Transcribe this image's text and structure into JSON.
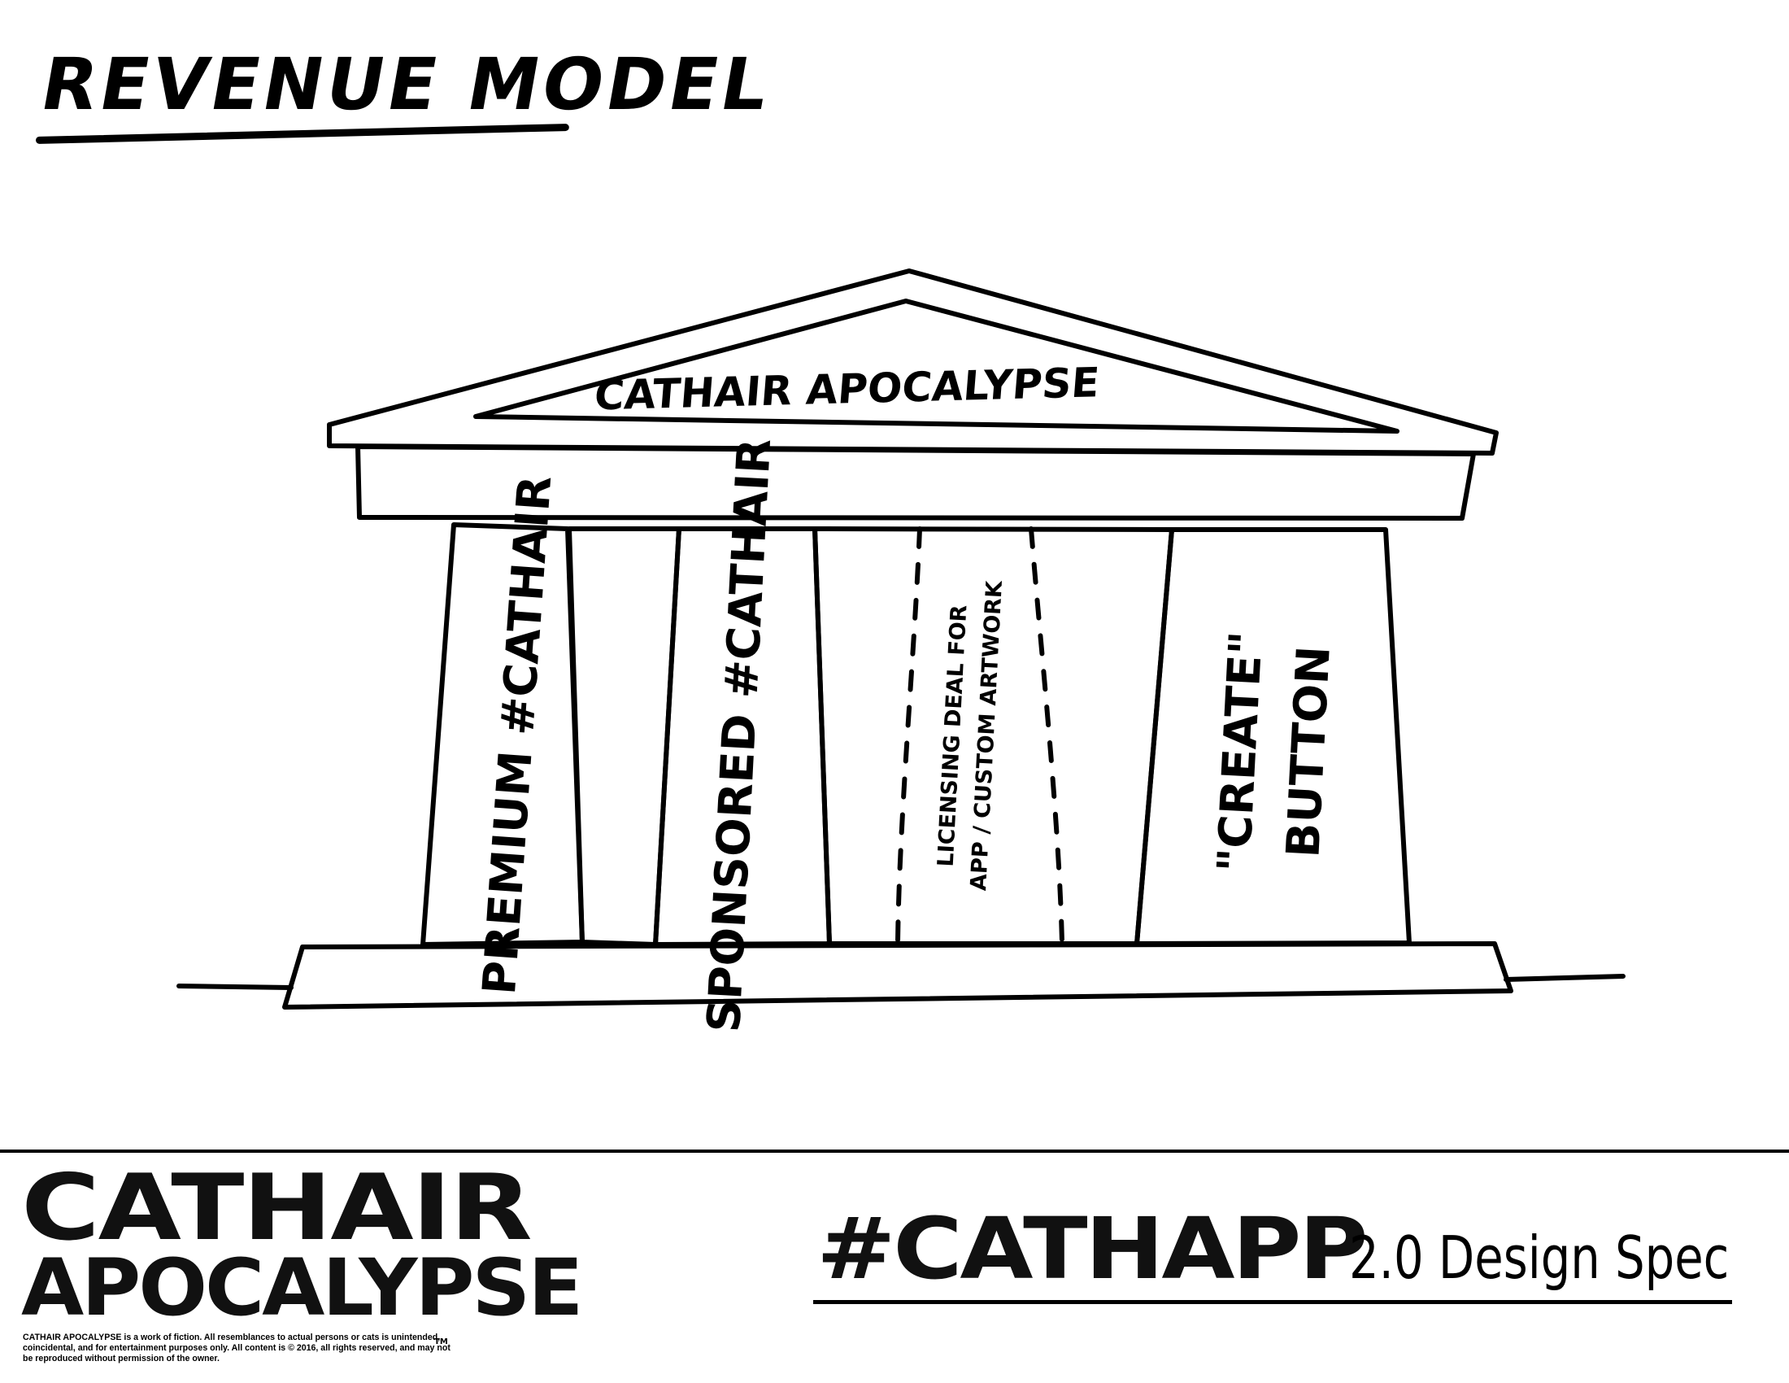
{
  "title": "REVENUE MODEL",
  "temple": {
    "pediment_label": "CATHAIR APOCALYPSE",
    "pillars": [
      {
        "label": "PREMIUM #CATHAIR"
      },
      {
        "label": "SPONSORED #CATHAIR"
      },
      {
        "label_line1": "LICENSING DEAL FOR",
        "label_line2": "APP / CUSTOM ARTWORK"
      },
      {
        "label_line1": "\"CREATE\"",
        "label_line2": "BUTTON"
      }
    ]
  },
  "footer": {
    "brand_line1": "CATHAIR",
    "brand_line2": "APOCALYPSE",
    "trademark": "TM",
    "disclaimer": "CATHAIR APOCALYPSE is a work of fiction. All resemblances to actual persons or cats is unintended, coincidental, and for entertainment purposes only. All content is © 2016, all rights reserved, and may not be reproduced without permission of the owner.",
    "spec_hashtag": "#CATHAPP",
    "spec_text": "2.0 Design Spec"
  }
}
